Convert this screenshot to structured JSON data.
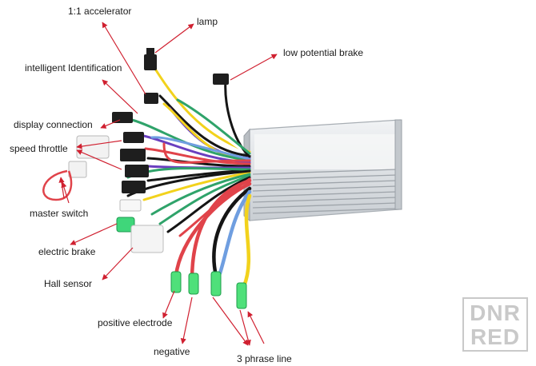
{
  "labels": {
    "accelerator": "1:1 accelerator",
    "lamp": "lamp",
    "low_brake": "low potential brake",
    "intelligent": "intelligent Identification",
    "display": "display connection",
    "speed_throttle": "speed throttle",
    "master_switch": "master switch",
    "electric_brake": "electric brake",
    "hall_sensor": "Hall sensor",
    "positive": "positive electrode",
    "negative": "negative",
    "phase_line": "3 phrase line"
  },
  "watermark": {
    "line1": "DNR",
    "line2": "RED"
  },
  "colors": {
    "arrow": "#d02030",
    "housing": "#dfe3e6",
    "connector": "#1e1e1e",
    "wire_red": "#e0434a",
    "wire_yellow": "#f2d21c",
    "wire_blue": "#6f9ee0",
    "wire_green": "#2fa36a",
    "wire_black": "#151515"
  }
}
